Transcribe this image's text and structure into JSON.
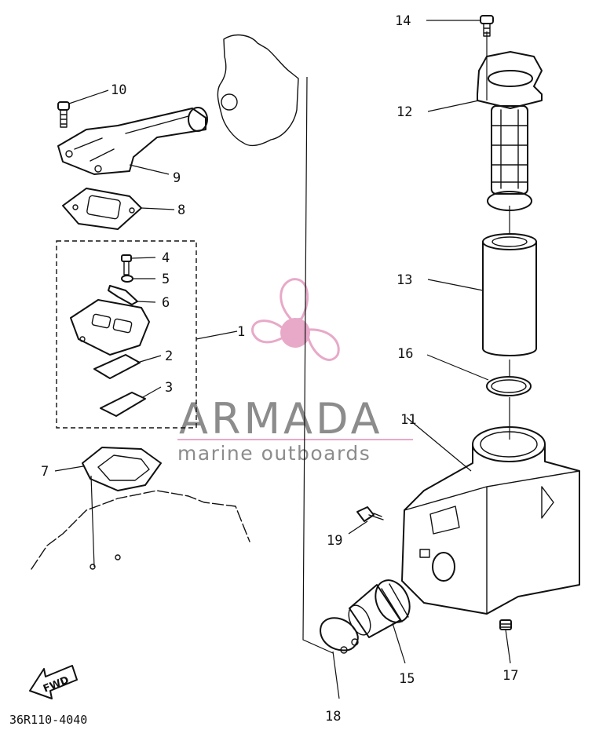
{
  "callouts": [
    {
      "id": "1",
      "text": "1"
    },
    {
      "id": "2",
      "text": "2"
    },
    {
      "id": "3",
      "text": "3"
    },
    {
      "id": "4",
      "text": "4"
    },
    {
      "id": "5",
      "text": "5"
    },
    {
      "id": "6",
      "text": "6"
    },
    {
      "id": "7",
      "text": "7"
    },
    {
      "id": "8",
      "text": "8"
    },
    {
      "id": "9",
      "text": "9"
    },
    {
      "id": "10",
      "text": "10"
    },
    {
      "id": "11",
      "text": "11"
    },
    {
      "id": "12",
      "text": "12"
    },
    {
      "id": "13",
      "text": "13"
    },
    {
      "id": "14",
      "text": "14"
    },
    {
      "id": "15",
      "text": "15"
    },
    {
      "id": "16",
      "text": "16"
    },
    {
      "id": "17",
      "text": "17"
    },
    {
      "id": "18",
      "text": "18"
    },
    {
      "id": "19",
      "text": "19"
    }
  ],
  "watermark": {
    "title": "ARMADA",
    "subtitle": "marine outboards",
    "logo_icon": "propeller-logo-icon",
    "logo_color": "#e8a9c9"
  },
  "fwd_label": "FWD",
  "diagram_code": "36R110-4040"
}
